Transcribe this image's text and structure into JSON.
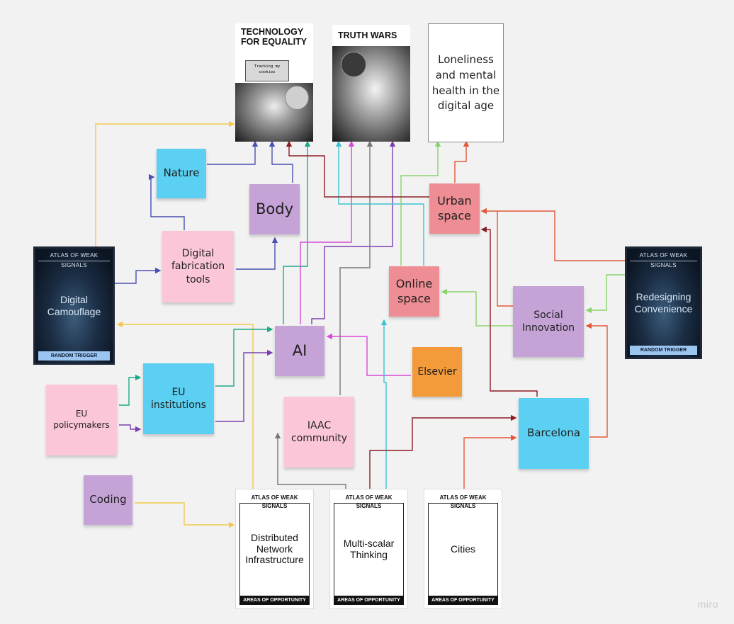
{
  "posters": {
    "technology": {
      "title": "TECHNOLOGY FOR EQUALITY",
      "popup_text": "Tracking my cookies"
    },
    "truth": {
      "title": "TRUTH WARS"
    }
  },
  "text_card": {
    "text": "Loneliness and mental health in the digital age"
  },
  "stickies": {
    "nature": "Nature",
    "body": "Body",
    "digital_fabrication": "Digital fabrication tools",
    "urban_space": "Urban space",
    "online_space": "Online space",
    "social_innovation": "Social Innovation",
    "ai": "AI",
    "elsevier": "Elsevier",
    "eu_institutions": "EU institutions",
    "eu_policymakers": "EU policymakers",
    "iaac": "IAAC community",
    "barcelona": "Barcelona",
    "coding": "Coding"
  },
  "signal_cards": {
    "digital_camouflage": {
      "header": "ATLAS OF WEAK SIGNALS",
      "title": "Digital Camouflage",
      "footer": "RANDOM TRIGGER"
    },
    "redesigning_convenience": {
      "header": "ATLAS OF WEAK SIGNALS",
      "title": "Redesigning Convenience",
      "footer": "RANDOM TRIGGER"
    }
  },
  "opportunity_cards": {
    "distributed": {
      "header": "ATLAS OF WEAK SIGNALS",
      "title": "Distributed Network Infrastructure",
      "footer": "AREAS OF OPPORTUNITY"
    },
    "multiscalar": {
      "header": "ATLAS OF WEAK SIGNALS",
      "title": "Multi-scalar Thinking",
      "footer": "AREAS OF OPPORTUNITY"
    },
    "cities": {
      "header": "ATLAS OF WEAK SIGNALS",
      "title": "Cities",
      "footer": "AREAS OF OPPORTUNITY"
    }
  },
  "watermark": "miro",
  "colors": {
    "pink": "#fbc7d8",
    "blue": "#5bd0f2",
    "purple": "#c5a3d6",
    "salmon": "#ee8e94",
    "orange": "#f39a3a",
    "line_yellow": "#f2c94c",
    "line_navy": "#4a4fb0",
    "line_teal": "#1fa88a",
    "line_magenta": "#d64ad6",
    "line_purple": "#7b3fb0",
    "line_gray": "#777777",
    "line_cyan": "#3cc3d0",
    "line_green": "#8bd36a",
    "line_red": "#e2593a",
    "line_maroon": "#8b1d24"
  }
}
